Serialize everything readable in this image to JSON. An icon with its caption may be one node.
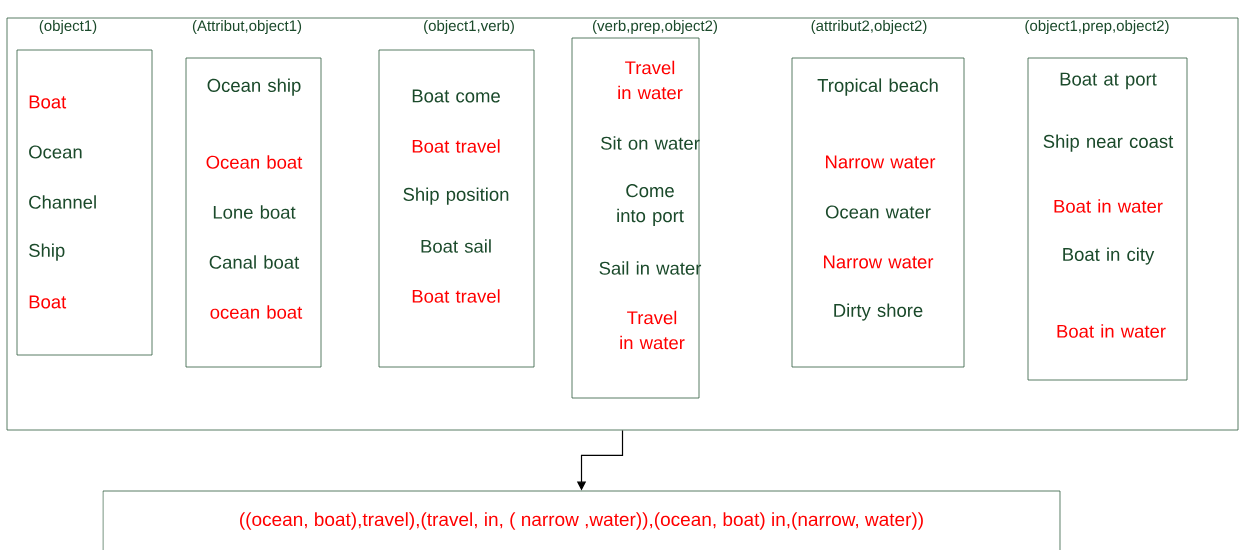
{
  "diagram": {
    "nodes": [
      {
        "text": [],
        "shape": "box"
      },
      {
        "text": [
          "(object1)",
          "Boat",
          "Ocean",
          "Channel",
          "Ship",
          "Boat"
        ],
        "in": 0
      },
      {
        "text": [
          "(Attribut,object1)",
          "Ocean ship",
          "Ocean boat",
          "Lone boat",
          "Canal boat",
          "ocean boat"
        ],
        "in": 0
      },
      {
        "text": [
          "(object1,verb)",
          "Boat come",
          "Boat travel",
          "Ship position",
          "Boat sail",
          "Boat travel"
        ],
        "in": 0
      },
      {
        "text": [
          "(verb,prep,object2)",
          "Travel in water",
          "Sit on  water",
          "Come into port",
          "Sail in water",
          "Travel in water"
        ],
        "in": 0
      },
      {
        "text": [
          "(attribut2,object2)",
          "Tropical beach",
          "Narrow  water",
          "Ocean water",
          "Narrow water",
          "Dirty shore"
        ],
        "in": 0
      },
      {
        "text": [
          "(object1,prep,object2)",
          "Boat at port",
          "Ship near coast",
          "Boat in water",
          "Boat in city",
          "Boat in water"
        ],
        "in": 0
      },
      {
        "text": [
          "((ocean, boat),travel),(travel, in, ( narrow ,water)),(ocean, boat) in,(narrow, water))"
        ]
      }
    ],
    "edges": [
      {
        "from": 0,
        "to": 7,
        "arrow": "to"
      }
    ]
  }
}
